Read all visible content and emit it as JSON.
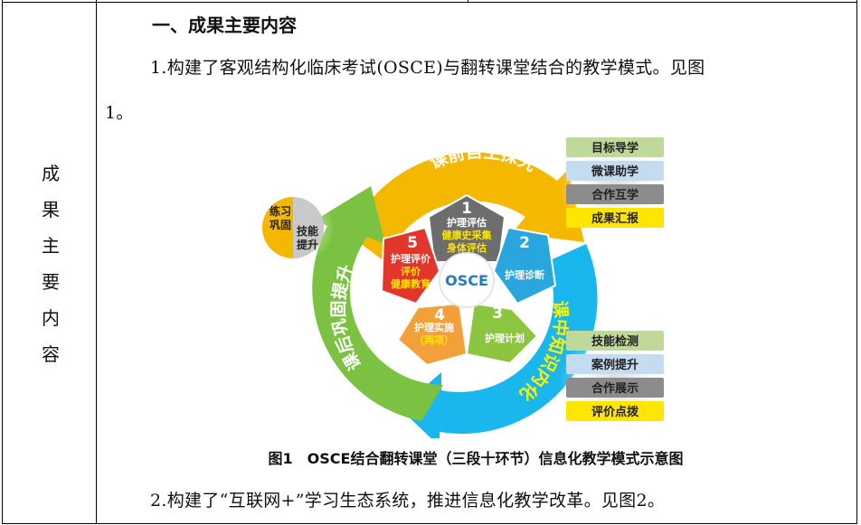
{
  "left_label": [
    "成",
    "果",
    "主",
    "要",
    "内",
    "容"
  ],
  "heading": "一、成果主要内容",
  "para1_line1": "1.构建了客观结构化临床考试(OSCE)与翻转课堂结合的教学模式。见图",
  "para1_line2": "1。",
  "figure": {
    "top_arc": "课前自主探究",
    "right_arc": "课中知识内化",
    "left_arc": "课后巩固提升",
    "center": "OSCE",
    "petals": [
      {
        "num": "1",
        "lines": [
          "护理评估",
          "健康史采集",
          "身体评估"
        ]
      },
      {
        "num": "2",
        "lines": [
          "护理诊断"
        ]
      },
      {
        "num": "3",
        "lines": [
          "护理计划"
        ]
      },
      {
        "num": "4",
        "lines": [
          "护理实施",
          "（两项）"
        ]
      },
      {
        "num": "5",
        "lines": [
          "护理评价",
          "评价",
          "健康教育"
        ]
      }
    ],
    "stack_top": [
      "目标导学",
      "微课助学",
      "合作互学",
      "成果汇报"
    ],
    "stack_bottom": [
      "技能检测",
      "案例提升",
      "合作展示",
      "评价点拨"
    ],
    "circle_left": [
      "练习",
      "巩固",
      "技能",
      "提升"
    ],
    "colors": {
      "yellow": "#F5B800",
      "blue": "#19B7EE",
      "green": "#7CC242",
      "green_dark": "#4FA93A",
      "petal_gray": "#6D6D6D",
      "petal_blue": "#2AA6DE",
      "petal_green": "#8CC540",
      "petal_orange": "#F4A03A",
      "petal_red": "#E2352B",
      "band_green": "#BFD99A",
      "band_blue": "#C4DCF0",
      "band_gray": "#8C8C8C",
      "band_yellow": "#FFE600"
    }
  },
  "caption": "图1　OSCE结合翻转课堂（三段十环节）信息化教学模式示意图",
  "para2": "2.构建了“互联网+”学习生态系统，推进信息化教学改革。见图2。"
}
